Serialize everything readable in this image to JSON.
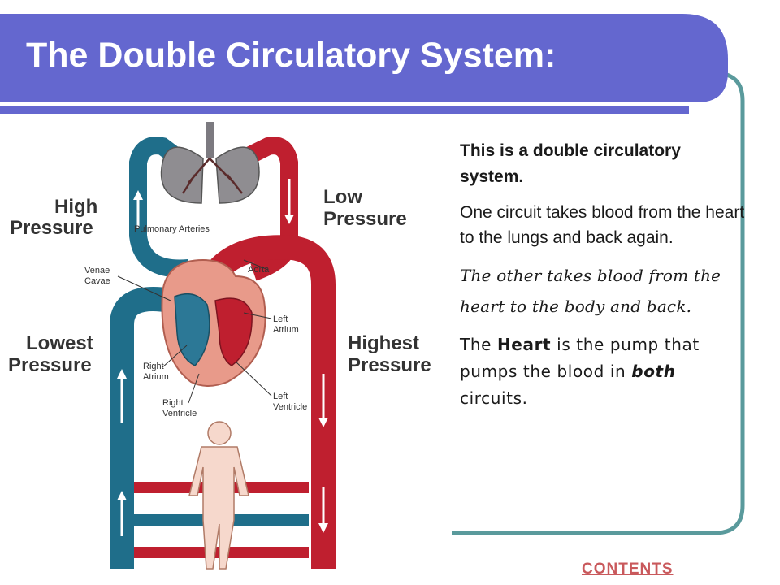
{
  "slide": {
    "title": "The Double Circulatory System:",
    "colors": {
      "title_bar": "#6467cf",
      "frame_border": "#5a9a9c",
      "link": "#c9595c",
      "oxygenated": "#bf1f2f",
      "deoxygenated": "#1f6e8a",
      "heart": "#e89a8a",
      "lungs": "#8f8d91"
    }
  },
  "diagram": {
    "labels": {
      "high_pressure_1": "High",
      "high_pressure_2": "Pressure",
      "low_pressure_1": "Low",
      "low_pressure_2": "Pressure",
      "lowest_pressure_1": "Lowest",
      "lowest_pressure_2": "Pressure",
      "highest_pressure_1": "Highest",
      "highest_pressure_2": "Pressure",
      "pulmonary_arteries": "Pulmonary Arteries",
      "venae_cavae_1": "Venae",
      "venae_cavae_2": "Cavae",
      "aorta": "Aorta",
      "left_atrium_1": "Left",
      "left_atrium_2": "Atrium",
      "right_atrium_1": "Right",
      "right_atrium_2": "Atrium",
      "right_ventricle_1": "Right",
      "right_ventricle_2": "Ventricle",
      "left_ventricle_1": "Left",
      "left_ventricle_2": "Ventricle"
    }
  },
  "text_panel": {
    "p1": "This is a double circulatory system.",
    "p2": "One circuit takes blood from the heart to the lungs and back again.",
    "p3": "The other takes blood from the heart to the body and back.",
    "p4": {
      "before": "The ",
      "heart": "Heart",
      "middle": " is the pump that pumps the blood in ",
      "both": "both",
      "after": " circuits."
    }
  },
  "footer": {
    "contents_link": "CONTENTS"
  }
}
